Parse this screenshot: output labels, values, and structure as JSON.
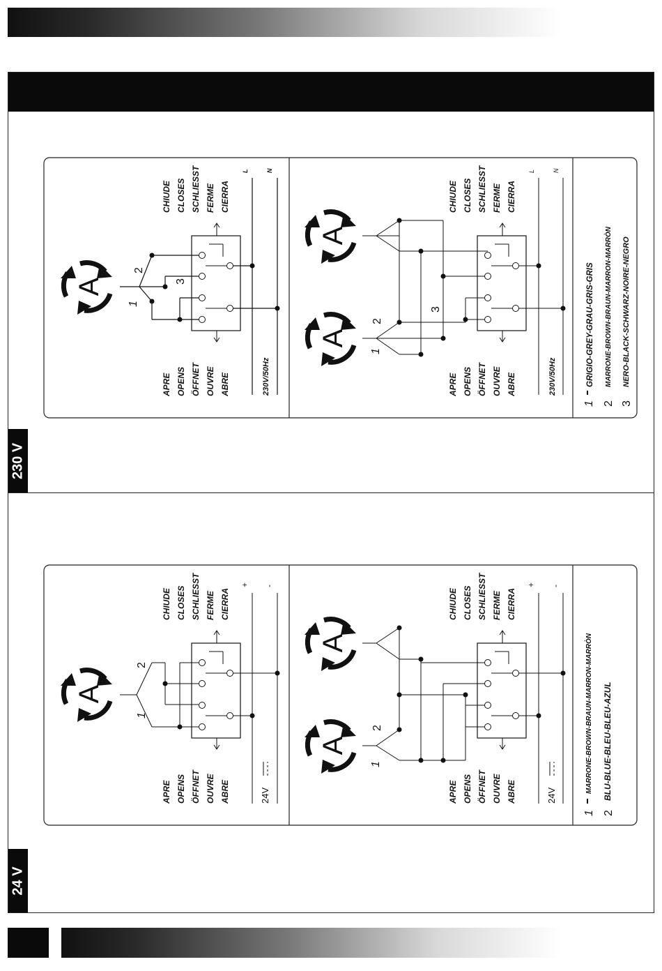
{
  "header": {
    "top_bar": "",
    "title_bar": ""
  },
  "sections": [
    {
      "tab_label": "230 V"
    },
    {
      "tab_label": "24 V"
    }
  ],
  "terms": {
    "opens": [
      "APRE",
      "OPENS",
      "ÖFFNET",
      "OUVRE",
      "ABRE"
    ],
    "closes": [
      "CHIUDE",
      "CLOSES",
      "SCHLIESST",
      "FERME",
      "CIERRA"
    ]
  },
  "supply_230": {
    "label": "230V/50Hz",
    "line": "L",
    "neutral": "N"
  },
  "supply_24": {
    "label": "24V",
    "plus": "+",
    "minus": "-"
  },
  "motor_symbol": "A",
  "wire_numbers": {
    "one": "1",
    "two": "2",
    "three": "3"
  },
  "legend_230": [
    {
      "num": "1",
      "text": "GRIGIO-GREY-GRAU-GRIS-GRIS"
    },
    {
      "num": "2",
      "text": "MARRONE-BROWN-BRAUN-MARRON-MARRÒN"
    },
    {
      "num": "3",
      "text": "NERO-BLACK-SCHWARZ-NOIRE-NEGRO"
    }
  ],
  "legend_24": [
    {
      "num": "1",
      "text": "MARRONE-BROWN-BRAUN-MARRON-MARRÒN"
    },
    {
      "num": "2",
      "text": "BLU-BLUE-BLEU-BLEU-AZUL"
    }
  ]
}
